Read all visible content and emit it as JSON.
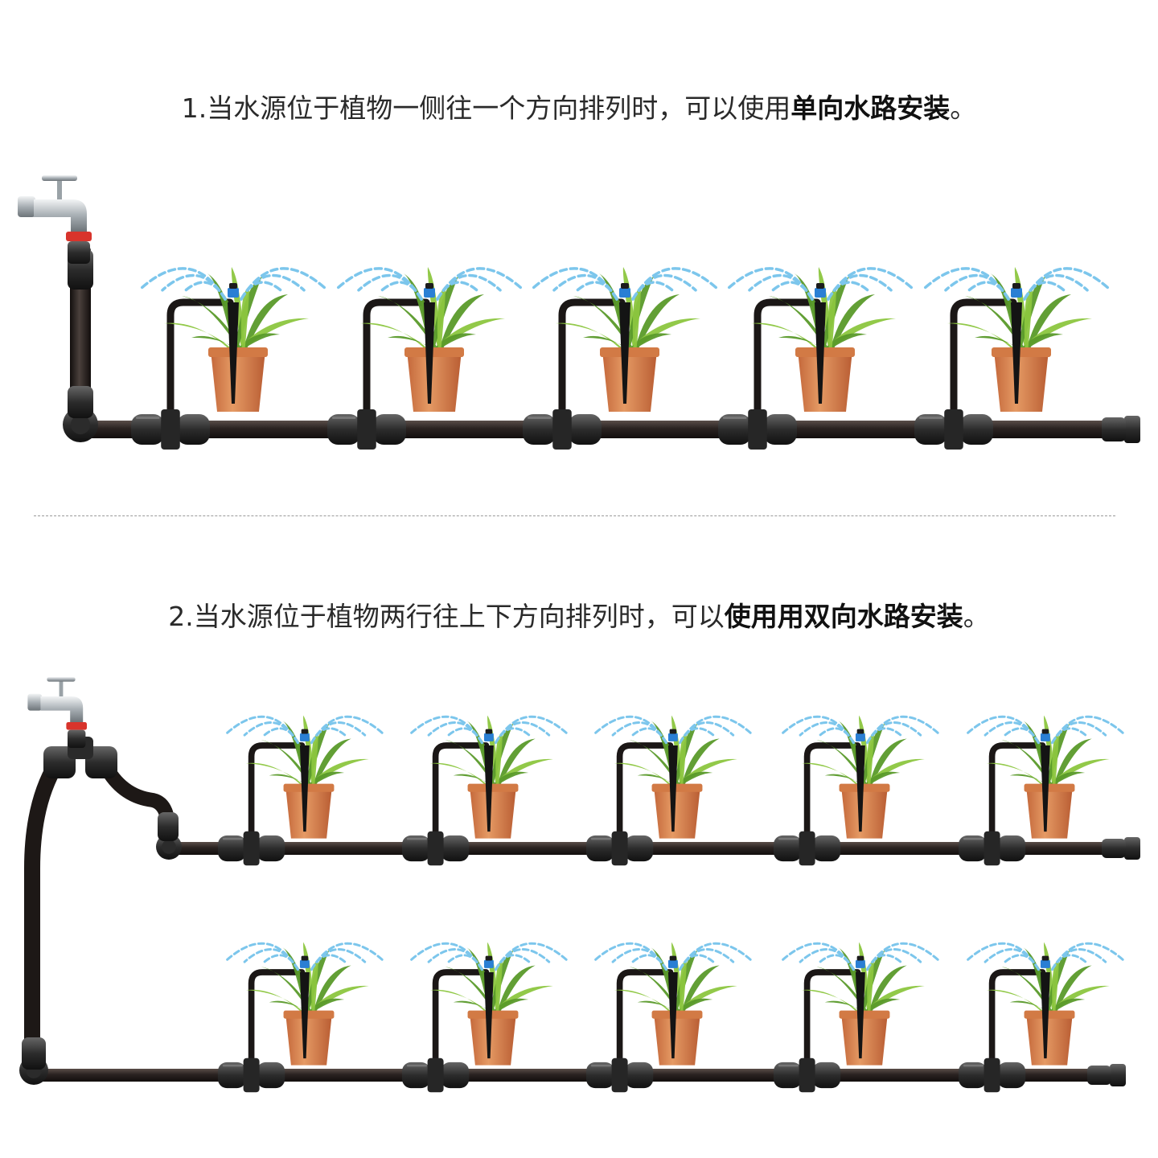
{
  "sections": [
    {
      "caption_plain": "1.当水源位于植物一侧往一个方向排列时，可以使用",
      "caption_bold": "单向水路安装",
      "caption_end": "。"
    },
    {
      "caption_plain": "2.当水源位于植物两行往上下方向排列时，可以",
      "caption_bold": "使用用双向水路安装",
      "caption_end": "。"
    }
  ],
  "colors": {
    "pipe": "#1f1a18",
    "pipe_highlight": "#4a403c",
    "pot": "#d9824d",
    "pot_shade": "#b8643a",
    "leaf": "#5a9a2a",
    "leaf_light": "#8cc63f",
    "spray": "#7cc6ec",
    "nozzle_ring": "#2a7fd4",
    "faucet": "#bfc5c9",
    "faucet_ring": "#d8342c"
  },
  "icons": [
    "faucet-icon",
    "plant-pot-icon",
    "sprinkler-stake-icon",
    "tee-connector-icon",
    "end-plug-icon"
  ]
}
